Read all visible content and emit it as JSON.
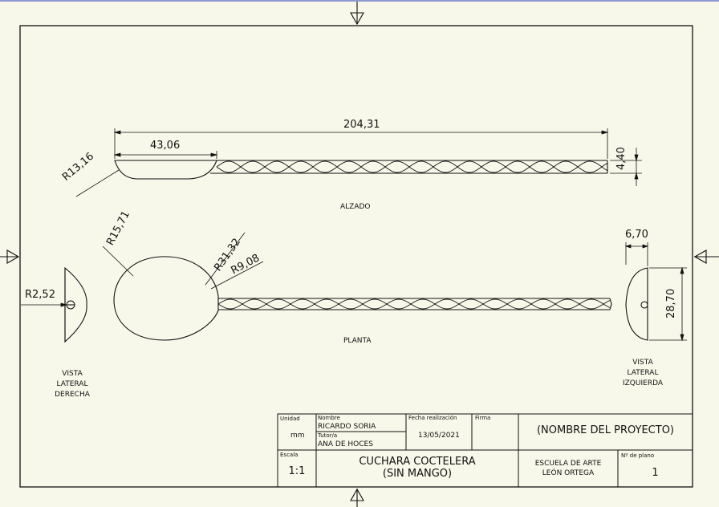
{
  "dimensions": {
    "total_length": "204,31",
    "bowl_length": "43,06",
    "bowl_radius_side": "R13,16",
    "stem_thickness": "4,40",
    "bowl_radius_plan": "R15,71",
    "bowl_radius_large": "R31,32",
    "neck_radius": "R9,08",
    "end_radius": "R2,52",
    "side_width": "6,70",
    "side_height": "28,70"
  },
  "view_labels": {
    "elevation": "ALZADO",
    "plan": "PLANTA",
    "right_side_1": "VISTA",
    "right_side_2": "LATERAL",
    "right_side_3": "DERECHA",
    "left_side_1": "VISTA",
    "left_side_2": "LATERAL",
    "left_side_3": "IZQUIERDA"
  },
  "title_block": {
    "unit_label": "Unidad",
    "unit_value": "mm",
    "name_label": "Nombre",
    "name_value": "RICARDO SORIA",
    "tutor_label": "Tutor/a",
    "tutor_value": "ANA DE HOCES",
    "date_label": "Fecha realización",
    "date_value": "13/05/2021",
    "signature_label": "Firma",
    "project": "(NOMBRE DEL PROYECTO)",
    "scale_label": "Escala",
    "scale_value": "1:1",
    "title_line1": "CUCHARA COCTELERA",
    "title_line2": "(SIN MANGO)",
    "school_line1": "ESCUELA DE ARTE",
    "school_line2": "LEÓN ORTEGA",
    "sheet_label": "Nº de plano",
    "sheet_value": "1"
  },
  "colors": {
    "paper": "#f8f8ea",
    "ink": "#111111"
  }
}
